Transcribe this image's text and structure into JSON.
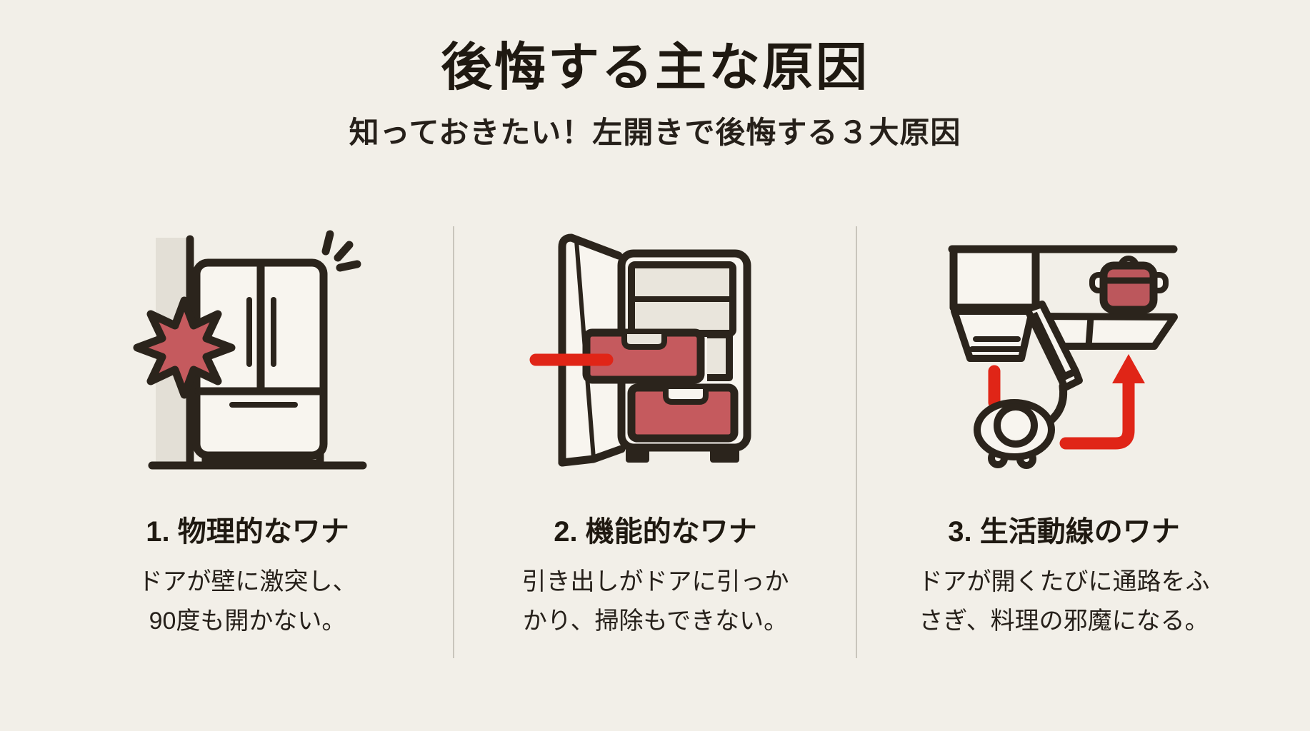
{
  "header": {
    "title": "後悔する主な原因",
    "subtitle": "知っておきたい！左開きで後悔する３大原因"
  },
  "columns": [
    {
      "icon": "fridge-hitting-wall-icon",
      "heading": "1. 物理的なワナ",
      "desc_line1": "ドアが壁に激突し、",
      "desc_line2": "90度も開かない。"
    },
    {
      "icon": "drawer-blocked-by-door-icon",
      "heading": "2. 機能的なワナ",
      "desc_line1": "引き出しがドアに引っか",
      "desc_line2": "かり、掃除もできない。"
    },
    {
      "icon": "door-blocking-kitchen-path-icon",
      "heading": "3. 生活動線のワナ",
      "desc_line1": "ドアが開くたびに通路をふ",
      "desc_line2": "さぎ、料理の邪魔になる。"
    }
  ],
  "colors": {
    "background": "#F2EFE8",
    "outline_dark": "#2B241C",
    "text_dark": "#201A13",
    "accent_red_bright": "#E02517",
    "accent_red_muted": "#C55A5E",
    "pot_red": "#BC575C",
    "wall_gray": "#E3DFD6",
    "interior_gray": "#E9E5DC",
    "divider_gray": "#C9C5BC"
  }
}
